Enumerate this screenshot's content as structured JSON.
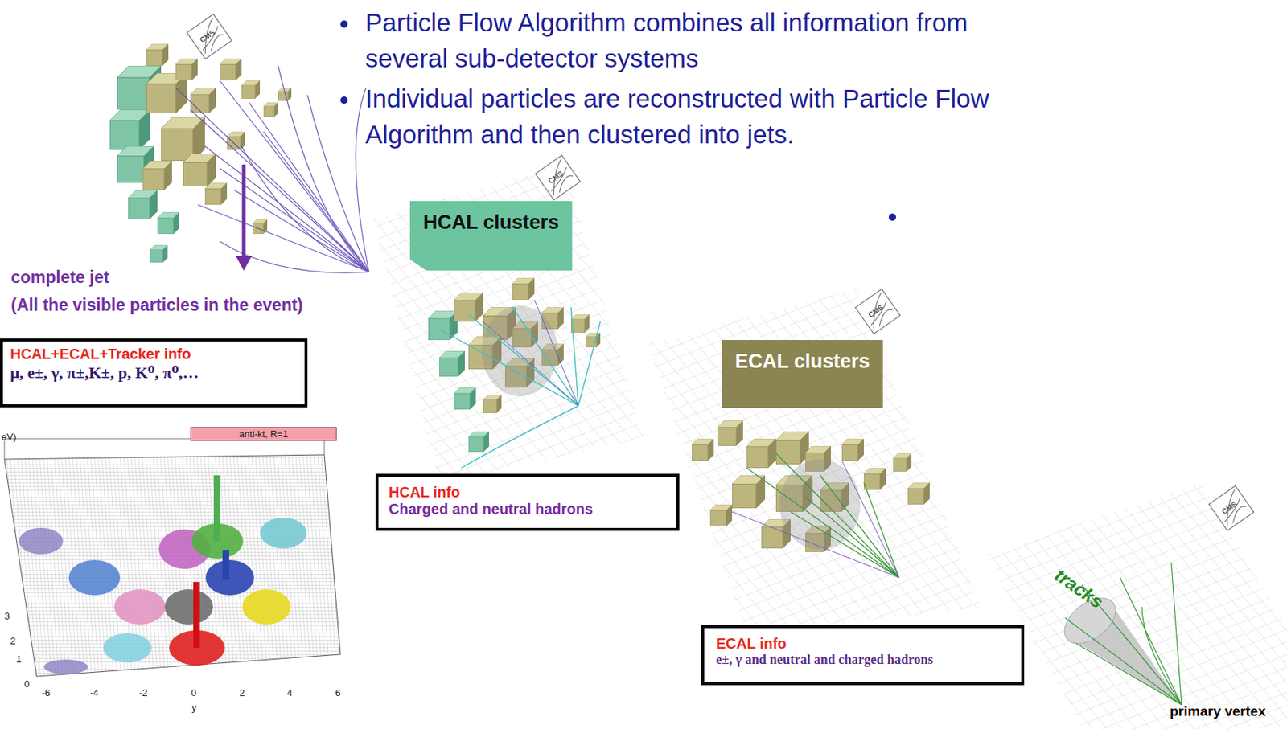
{
  "diagram": {
    "nodes": [
      {
        "text": [
          "HCAL clusters"
        ]
      },
      {
        "text": [
          "HCAL+ECAL+Tracker info",
          "μ, e±, γ, π±,K±, p, K⁰, π⁰,…"
        ]
      },
      {
        "text": [
          "ECAL clusters"
        ]
      },
      {
        "text": [
          "anti-kt, R=1"
        ]
      },
      {
        "text": [
          "HCAL info",
          "Charged and neutral hadrons"
        ]
      },
      {
        "text": [
          "ECAL info",
          "e±, γ and neutral and charged hadrons"
        ]
      }
    ],
    "labels": [
      "Particle Flow Algorithm combines all information from several sub-detector systems",
      "Individual particles are reconstructed with Particle Flow Algorithm and then clustered into jets.",
      "complete jet",
      "(All the visible particles in the event)",
      "tracks",
      "primary vertex",
      "eV)",
      "3",
      "2",
      "1",
      "0",
      "-6",
      "-4",
      "-2",
      "0",
      "2",
      "4",
      "6",
      "y",
      "CMS",
      "CMS",
      "CMS",
      "CMS"
    ]
  }
}
